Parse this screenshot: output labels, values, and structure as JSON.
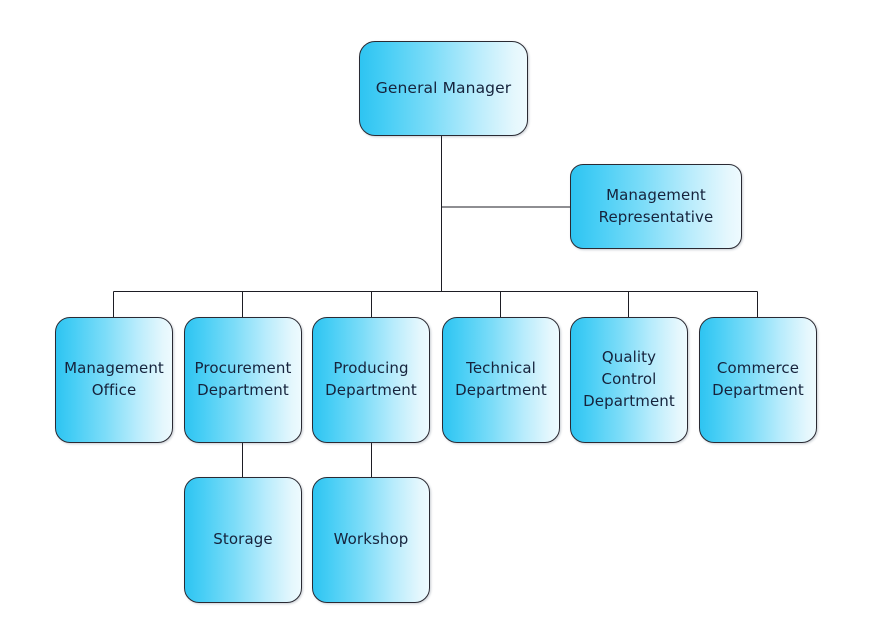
{
  "chart_data": {
    "type": "diagram",
    "diagram_type": "organizational-chart",
    "title": "",
    "orientation": "top-down",
    "theme": {
      "box_fill_left": "#2ec4f1",
      "box_fill_right": "#eefafe",
      "box_border": "#2a2a33",
      "text_color": "#16233c",
      "connector_color": "#1d1d24",
      "background": "#ffffff"
    },
    "nodes": [
      {
        "id": "general-manager",
        "label": "General Manager",
        "level": 1,
        "parent": null
      },
      {
        "id": "management-representative",
        "label": "Management\nRepresentative",
        "level": 2,
        "parent": "general-manager",
        "relation": "staff"
      },
      {
        "id": "management-office",
        "label": "Management\nOffice",
        "level": 3,
        "parent": "general-manager"
      },
      {
        "id": "procurement-department",
        "label": "Procurement\nDepartment",
        "level": 3,
        "parent": "general-manager"
      },
      {
        "id": "producing-department",
        "label": "Producing\nDepartment",
        "level": 3,
        "parent": "general-manager"
      },
      {
        "id": "technical-department",
        "label": "Technical\nDepartment",
        "level": 3,
        "parent": "general-manager"
      },
      {
        "id": "quality-control-department",
        "label": "Quality\nControl\nDepartment",
        "level": 3,
        "parent": "general-manager"
      },
      {
        "id": "commerce-department",
        "label": "Commerce\nDepartment",
        "level": 3,
        "parent": "general-manager"
      },
      {
        "id": "storage",
        "label": "Storage",
        "level": 4,
        "parent": "procurement-department"
      },
      {
        "id": "workshop",
        "label": "Workshop",
        "level": 4,
        "parent": "producing-department"
      }
    ],
    "edges": [
      {
        "from": "general-manager",
        "to": "management-representative"
      },
      {
        "from": "general-manager",
        "to": "management-office"
      },
      {
        "from": "general-manager",
        "to": "procurement-department"
      },
      {
        "from": "general-manager",
        "to": "producing-department"
      },
      {
        "from": "general-manager",
        "to": "technical-department"
      },
      {
        "from": "general-manager",
        "to": "quality-control-department"
      },
      {
        "from": "general-manager",
        "to": "commerce-department"
      },
      {
        "from": "procurement-department",
        "to": "storage"
      },
      {
        "from": "producing-department",
        "to": "workshop"
      }
    ]
  },
  "nodes": {
    "general_manager": "General Manager",
    "management_representative": "Management\nRepresentative",
    "management_office": "Management\nOffice",
    "procurement_department": "Procurement\nDepartment",
    "producing_department": "Producing\nDepartment",
    "technical_department": "Technical\nDepartment",
    "quality_control_department": "Quality\nControl\nDepartment",
    "commerce_department": "Commerce\nDepartment",
    "storage": "Storage",
    "workshop": "Workshop"
  }
}
